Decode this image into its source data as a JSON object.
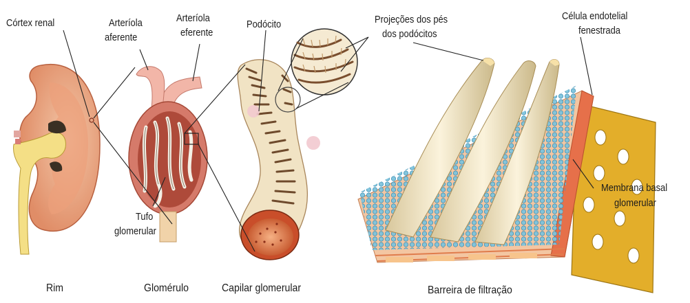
{
  "labels": {
    "cortex_renal": "Córtex renal",
    "arteriola_aferente_1": "Arteríola",
    "arteriola_aferente_2": "aferente",
    "arteriola_eferente_1": "Arteríola",
    "arteriola_eferente_2": "eferente",
    "podocito": "Podócito",
    "projecoes_1": "Projeções dos pés",
    "projecoes_2": "dos podócitos",
    "celula_endotelial_1": "Célula endotelial",
    "celula_endotelial_2": "fenestrada",
    "membrana_basal_1": "Membrana basal",
    "membrana_basal_2": "glomerular",
    "tufo_1": "Tufo",
    "tufo_2": "glomerular"
  },
  "captions": {
    "rim": "Rim",
    "glomerulo": "Glomérulo",
    "capilar": "Capilar glomerular",
    "barreira": "Barreira de filtração"
  }
}
